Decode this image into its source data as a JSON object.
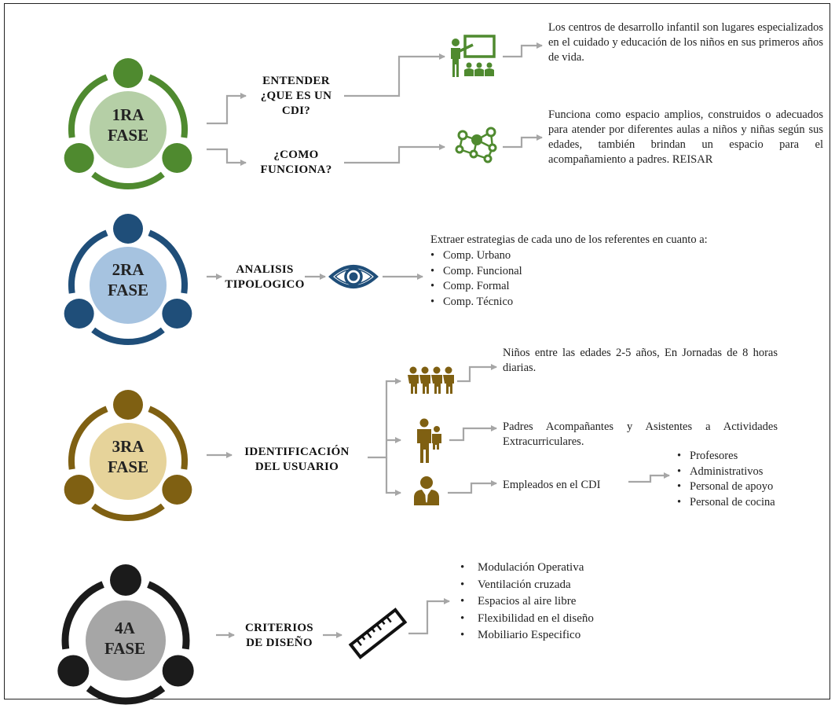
{
  "colors": {
    "phase1": "#4f8a2f",
    "phase1_light": "#b5cfa6",
    "phase2": "#1f4e79",
    "phase2_light": "#a6c3e0",
    "phase3": "#7f6012",
    "phase3_light": "#e6d39a",
    "phase4": "#1b1b1b",
    "phase4_light": "#a6a6a6",
    "arrow": "#a6a6a6"
  },
  "phase1": {
    "title": "1RA\nFASE",
    "step1": "ENTENDER\n¿QUE ES UN\nCDI?",
    "step2": "¿COMO\nFUNCIONA?",
    "icon1": "teacher-presentation-icon",
    "icon2": "network-nodes-icon",
    "desc1": "Los centros de desarrollo infantil son lugares especializados en el cuidado y educación de los niños en sus primeros años de vida.",
    "desc2": "Funciona como espacio amplios, construidos o adecuados para atender por diferentes aulas a niños y niñas según sus edades, también brindan un espacio para el acompañamiento a padres. REISAR"
  },
  "phase2": {
    "title": "2RA\nFASE",
    "step": "ANALISIS\nTIPOLOGICO",
    "icon": "eye-icon",
    "intro": "Extraer estrategias de cada uno de los referentes en cuanto a:",
    "items": [
      "Comp. Urbano",
      "Comp. Funcional",
      "Comp. Formal",
      "Comp. Técnico"
    ]
  },
  "phase3": {
    "title": "3RA\nFASE",
    "step": "IDENTIFICACIÓN\nDEL USUARIO",
    "icon1": "children-group-icon",
    "icon2": "parent-child-icon",
    "icon3": "employee-icon",
    "desc1": "Niños entre las edades 2-5 años, En Jornadas de 8 horas diarias.",
    "desc2": "Padres Acompañantes y Asistentes a Actividades Extracurriculares.",
    "desc3": "Empleados en el CDI",
    "staff": [
      "Profesores",
      "Administrativos",
      "Personal de apoyo",
      "Personal de cocina"
    ]
  },
  "phase4": {
    "title": "4A\nFASE",
    "step": "CRITERIOS\nDE DISEÑO",
    "icon": "ruler-icon",
    "items": [
      "Modulación Operativa",
      "Ventilación cruzada",
      "Espacios al aire libre",
      "Flexibilidad en el diseño",
      "Mobiliario Especifico"
    ]
  }
}
